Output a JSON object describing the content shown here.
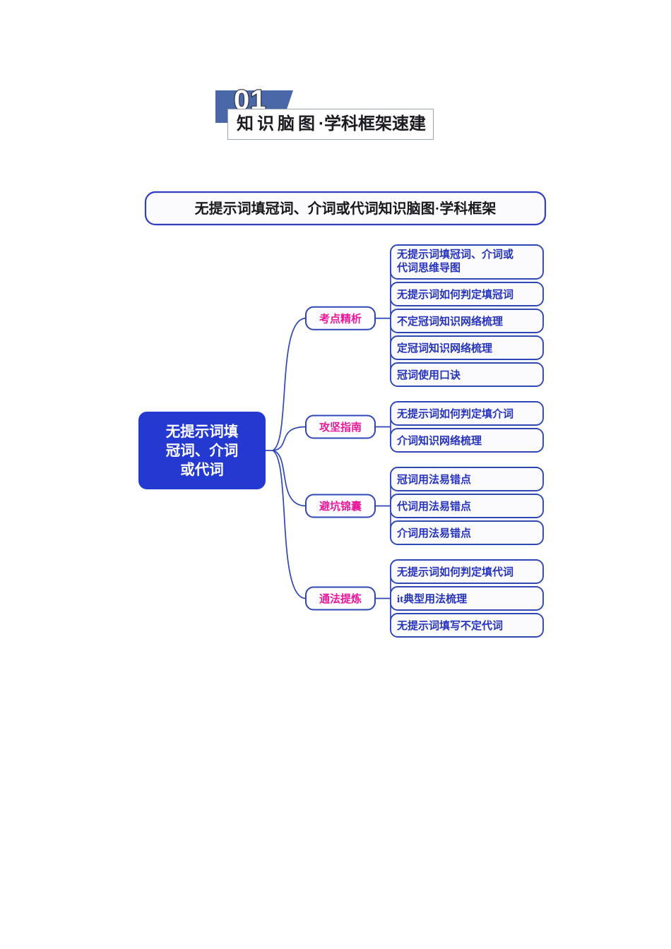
{
  "header": {
    "number": "01",
    "title_prefix": "知识脑图",
    "title_sep": "·",
    "title_suffix": "学科框架速建",
    "title_full": "知识脑图·学科框架速建",
    "banner_color": "#4a68a8"
  },
  "mindmap": {
    "title": "无提示词填冠词、介词或代词知识脑图·学科框架",
    "root": {
      "lines": [
        "无提示词填",
        "冠词、介词",
        "或代词"
      ],
      "fill": "#2439d0",
      "text_color": "#ffffff"
    },
    "branch_color": "#e8189a",
    "leaf_color": "#2633bb",
    "line_color": "#2f47b4",
    "branches": [
      {
        "label": "考点精析",
        "leaves": [
          {
            "lines": [
              "无提示词填冠词、介词或",
              "代词思维导图"
            ]
          },
          {
            "lines": [
              "无提示词如何判定填冠词"
            ]
          },
          {
            "lines": [
              "不定冠词知识网络梳理"
            ]
          },
          {
            "lines": [
              "定冠词知识网络梳理"
            ]
          },
          {
            "lines": [
              "冠词使用口诀"
            ]
          }
        ]
      },
      {
        "label": "攻坚指南",
        "leaves": [
          {
            "lines": [
              "无提示词如何判定填介词"
            ]
          },
          {
            "lines": [
              "介词知识网络梳理"
            ]
          }
        ]
      },
      {
        "label": "避坑锦囊",
        "leaves": [
          {
            "lines": [
              "冠词用法易错点"
            ]
          },
          {
            "lines": [
              "代词用法易错点"
            ]
          },
          {
            "lines": [
              "介词用法易错点"
            ]
          }
        ]
      },
      {
        "label": "通法提炼",
        "leaves": [
          {
            "lines": [
              "无提示词如何判定填代词"
            ]
          },
          {
            "lines": [
              "it典型用法梳理"
            ]
          },
          {
            "lines": [
              "无提示词填写不定代词"
            ]
          }
        ]
      }
    ]
  }
}
